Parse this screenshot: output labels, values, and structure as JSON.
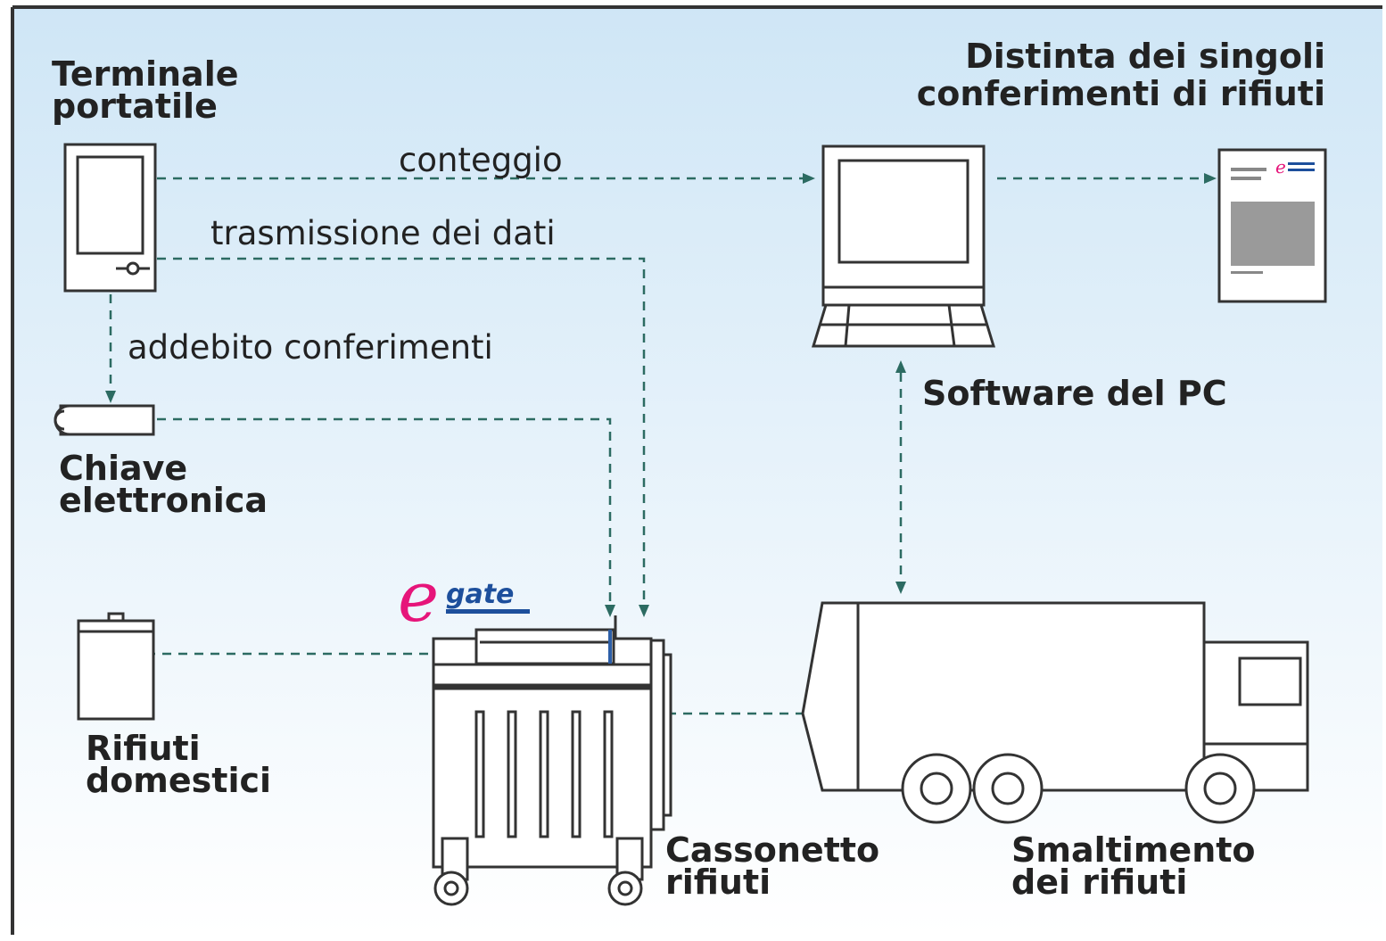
{
  "labels": {
    "terminal_line1": "Terminale",
    "terminal_line2": "portatile",
    "report_line1": "Distinta dei singoli",
    "report_line2": "conferimenti di rifiuti",
    "counting": "conteggio",
    "data_transmission": "trasmissione dei dati",
    "charge": "addebito conferimenti",
    "software": "Software del PC",
    "key_line1": "Chiave",
    "key_line2": "elettronica",
    "household_line1": "Rifiuti",
    "household_line2": "domestici",
    "bin_line1": "Cassonetto",
    "bin_line2": "rifiuti",
    "disposal_line1": "Smaltimento",
    "disposal_line2": "dei rifiuti"
  },
  "logo": {
    "letter": "e",
    "word": "gate"
  },
  "icons": {
    "terminal": "handheld-terminal-icon",
    "computer": "computer-icon",
    "report": "document-icon",
    "key": "electronic-key-icon",
    "household_bin": "waste-bag-icon",
    "container": "waste-container-icon",
    "truck": "garbage-truck-icon"
  },
  "colors": {
    "background_top": "#cfe6f6",
    "background_bottom": "#ffffff",
    "connector": "#2c6b62",
    "logo_letter": "#e6157a",
    "logo_word": "#1d4f9c"
  }
}
